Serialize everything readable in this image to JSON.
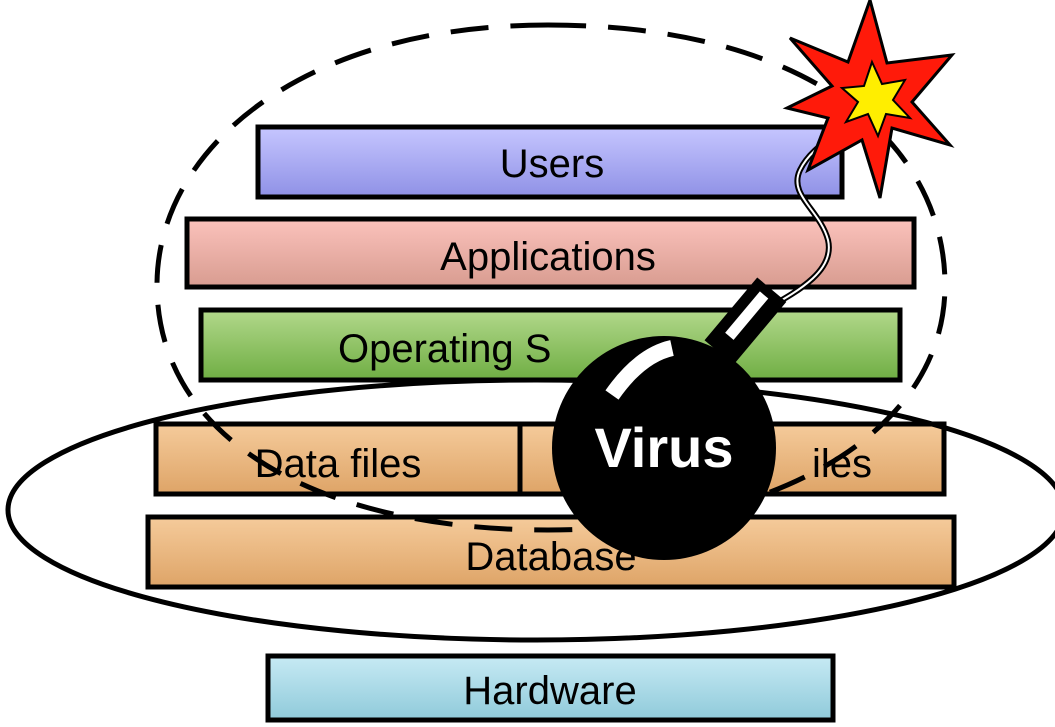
{
  "layers": {
    "users": "Users",
    "applications": "Applications",
    "operating_system": "Operating S",
    "data_files": "Data files",
    "program_files": "iles",
    "database": "Database",
    "hardware": "Hardware"
  },
  "bomb": {
    "label": "Virus"
  },
  "colors": {
    "users": "#b3b3f5",
    "applications": "#eba9a2",
    "operating_system": "#8fc165",
    "data_files": "#eab57e",
    "database": "#eab57e",
    "hardware": "#a8dce8",
    "bomb": "#000000",
    "spark_outer": "#ff0000",
    "spark_inner": "#ffff00"
  }
}
